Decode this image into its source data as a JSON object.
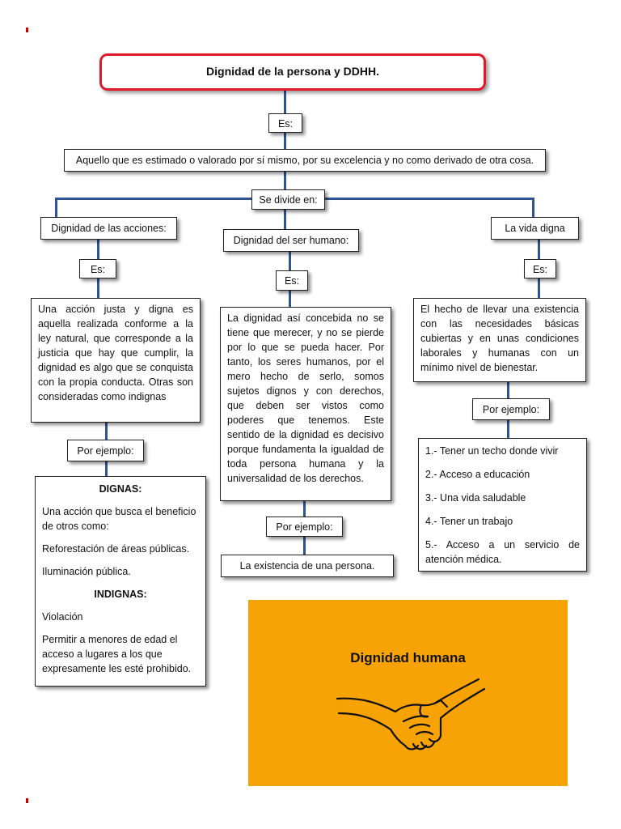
{
  "title": "Dignidad de la persona y DDHH.",
  "es_main": "Es:",
  "definition": "Aquello que es estimado o valorado por sí mismo, por su excelencia y no como derivado de otra cosa.",
  "divide": "Se divide en:",
  "branches": {
    "left": {
      "label": "Dignidad de las acciones:",
      "es": "Es:",
      "text": "Una acción justa y digna es aquella realizada conforme a la ley natural, que corresponde a la justicia que hay que cumplir, la dignidad es algo que se conquista con la propia conducta. Otras son consideradas como indignas",
      "example_label": "Por ejemplo:",
      "examples": {
        "dignas_title": "DIGNAS:",
        "dignas": [
          "Una acción que busca el beneficio de otros como:",
          "Reforestación de áreas públicas.",
          "Iluminación pública."
        ],
        "indignas_title": "INDIGNAS:",
        "indignas": [
          "Violación",
          "Permitir a menores de edad el acceso a lugares a los que expresamente les esté prohibido."
        ]
      }
    },
    "center": {
      "label": "Dignidad del ser humano:",
      "es": "Es:",
      "text": "La dignidad así concebida no se tiene que merecer, y no se pierde por lo que se pueda hacer. Por tanto, los seres humanos, por el mero hecho de serlo, somos sujetos dignos y con derechos, que deben ser vistos como poderes que tenemos. Este sentido de la dignidad es decisivo porque fundamenta la igualdad de toda persona humana y la universalidad de los derechos.",
      "example_label": "Por ejemplo:",
      "example": "La existencia de una persona."
    },
    "right": {
      "label": "La vida digna",
      "es": "Es:",
      "text": "El hecho de llevar una existencia con las necesidades básicas cubiertas y en unas condiciones laborales y humanas con un mínimo nivel de bienestar.",
      "example_label": "Por ejemplo:",
      "examples": [
        "1.- Tener un techo donde vivir",
        "2.- Acceso a educación",
        "3.- Una vida saludable",
        "4.- Tener un trabajo",
        "5.- Acceso a un servicio de atención médica."
      ]
    }
  },
  "image": {
    "caption": "Dignidad humana",
    "icon": "handshake-icon",
    "background": "#f7a205"
  },
  "colors": {
    "connector": "#2f5496",
    "title_border": "#e0192a"
  }
}
